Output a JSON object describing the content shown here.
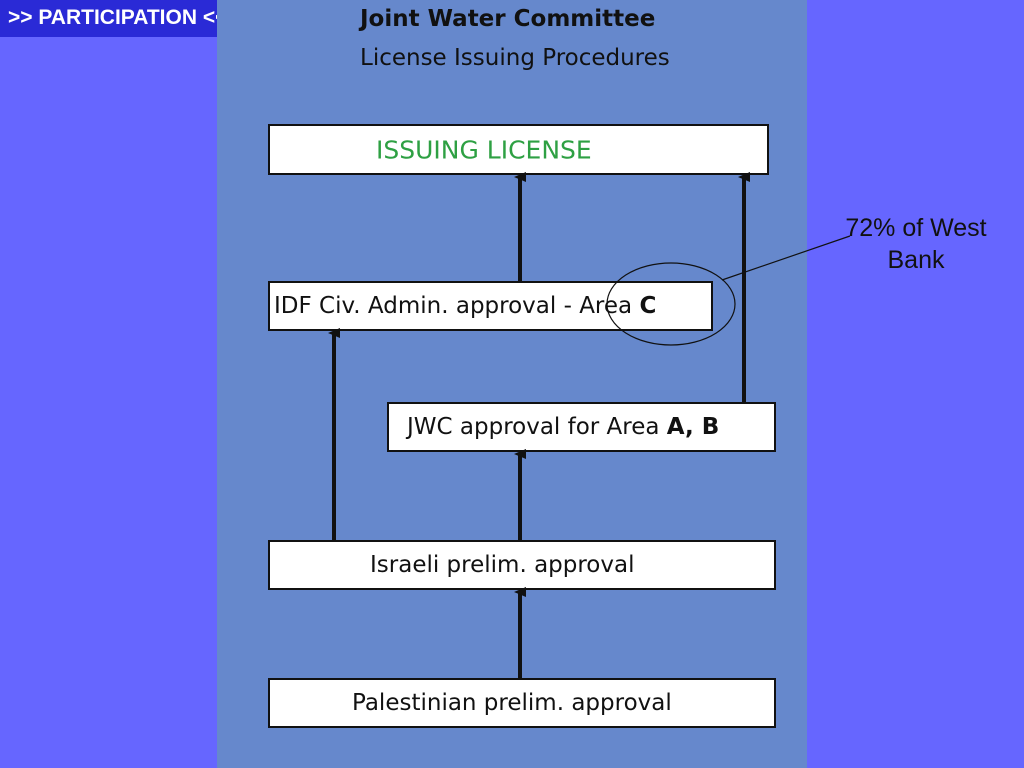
{
  "header_tag": ">> PARTICIPATION <<",
  "title": "Joint Water Committee",
  "subtitle": "License Issuing Procedures",
  "boxes": {
    "issuing": "ISSUING LICENSE",
    "idf_prefix": "IDF Civ. Admin.  approval -   Area ",
    "idf_bold": "C",
    "jwc_prefix": "JWC approval for Area ",
    "jwc_bold": "A, B",
    "israeli": "Israeli prelim. approval",
    "palestinian": "Palestinian prelim. approval"
  },
  "annotation": {
    "line1": "72% of West",
    "line2": "Bank"
  },
  "colors": {
    "page_background": "#6666ff",
    "panel_background": "#6688cc",
    "header_background": "#2a2ad6",
    "issuing_text": "#2ea043"
  }
}
